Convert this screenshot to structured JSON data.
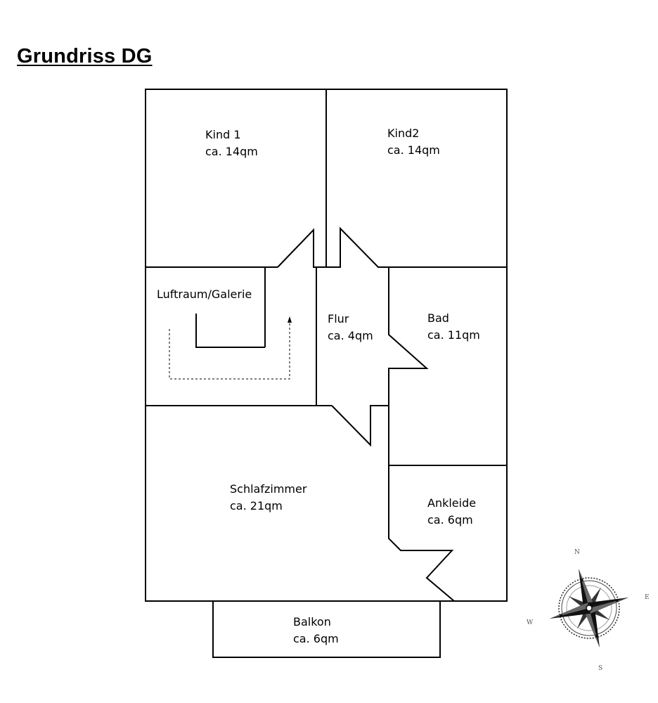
{
  "title": "Grundriss DG",
  "rooms": {
    "kind1": {
      "name": "Kind 1",
      "area": "ca. 14qm"
    },
    "kind2": {
      "name": "Kind2",
      "area": "ca. 14qm"
    },
    "luftraum": {
      "name": "Luftraum/Galerie"
    },
    "flur": {
      "name": "Flur",
      "area": "ca. 4qm"
    },
    "bad": {
      "name": "Bad",
      "area": "ca. 11qm"
    },
    "schlafzimmer": {
      "name": "Schlafzimmer",
      "area": "ca. 21qm"
    },
    "ankleide": {
      "name": "Ankleide",
      "area": "ca. 6qm"
    },
    "balkon": {
      "name": "Balkon",
      "area": "ca. 6qm"
    }
  },
  "compass": {
    "n": "N",
    "e": "E",
    "s": "S",
    "w": "W",
    "icon": "compass-rose-icon"
  }
}
